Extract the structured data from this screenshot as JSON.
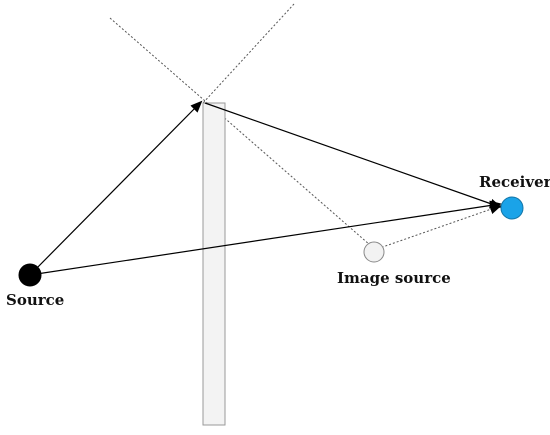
{
  "labels": {
    "source": "Source",
    "receiver": "Receiver",
    "image_source": "Image source"
  },
  "colors": {
    "source_fill": "#000000",
    "receiver_fill": "#1aa3e8",
    "image_source_fill": "#f2f2f2",
    "barrier_fill": "#f3f3f3",
    "barrier_stroke": "#9a9a9a",
    "ray_stroke": "#000000",
    "dotted_stroke": "#555555"
  }
}
